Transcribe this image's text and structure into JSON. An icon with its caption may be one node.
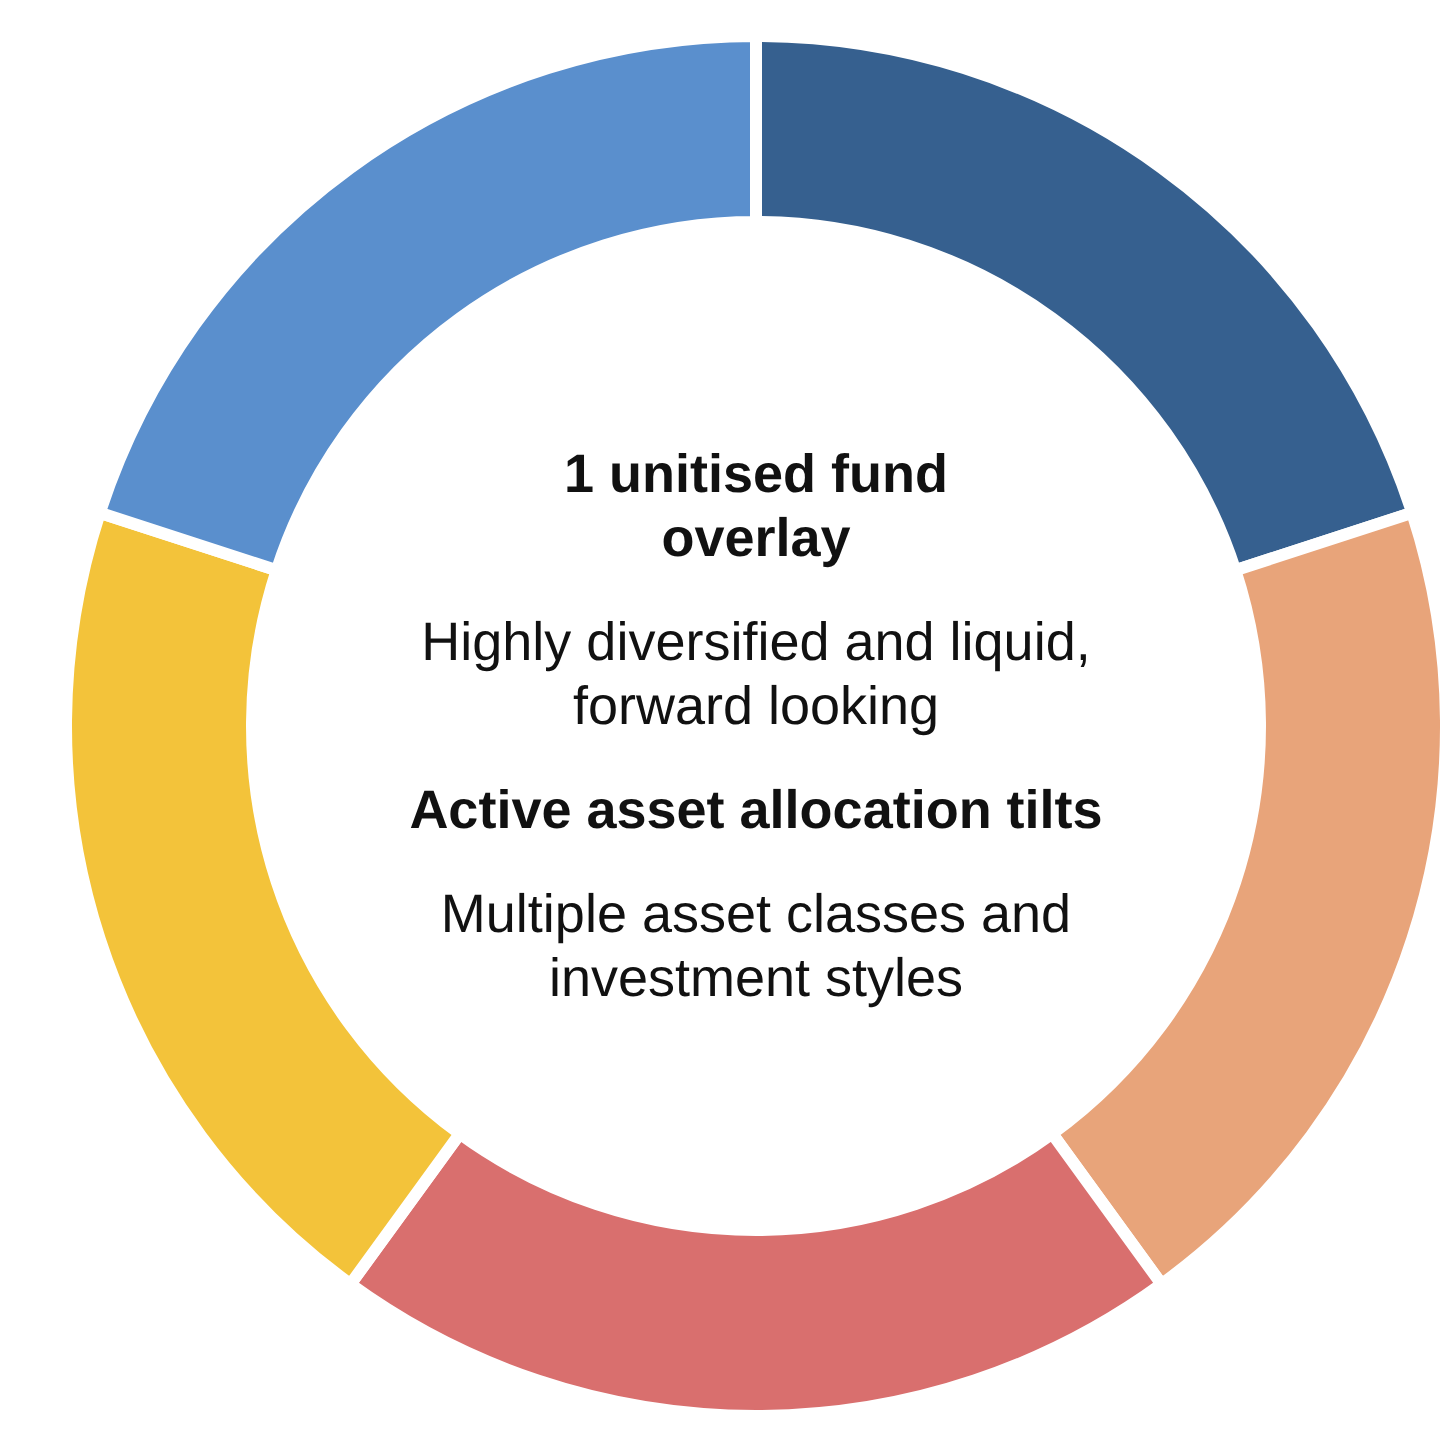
{
  "diagram": {
    "nodes": [
      {
        "text": [
          "1 unitised fund overlay",
          "Highly diversified and liquid, forward looking",
          "Active asset allocation tilts",
          "Multiple asset classes and investment styles"
        ]
      }
    ]
  }
}
